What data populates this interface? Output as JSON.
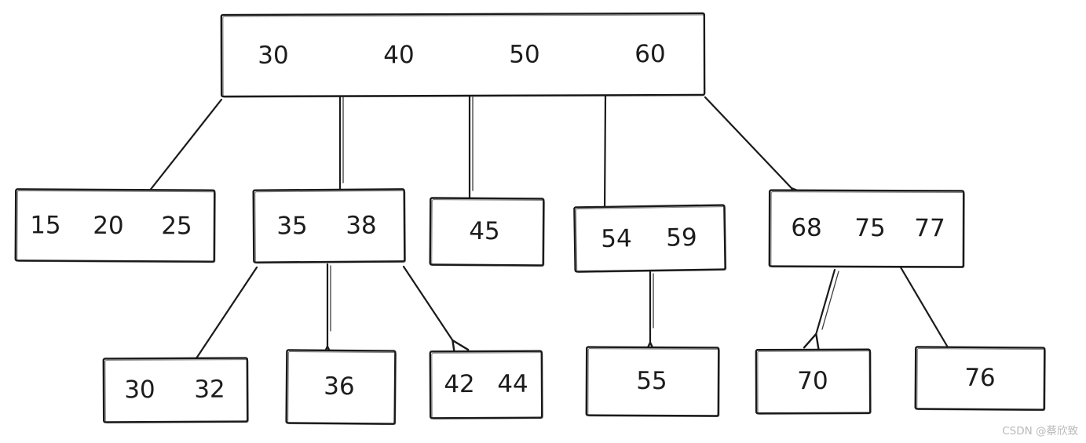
{
  "diagram": {
    "type": "b-tree",
    "stroke_color": "#1a1a1a",
    "background_color": "#ffffff",
    "tree": {
      "nodes": {
        "root": {
          "keys": [
            "30",
            "40",
            "50",
            "60"
          ]
        },
        "l2": [
          {
            "keys": [
              "15",
              "20",
              "25"
            ]
          },
          {
            "keys": [
              "35",
              "38"
            ]
          },
          {
            "keys": [
              "45"
            ]
          },
          {
            "keys": [
              "54",
              "59"
            ]
          },
          {
            "keys": [
              "68",
              "75",
              "77"
            ]
          }
        ],
        "l3": [
          {
            "keys": [
              "30",
              "32"
            ]
          },
          {
            "keys": [
              "36"
            ]
          },
          {
            "keys": [
              "42",
              "44"
            ]
          },
          {
            "keys": [
              "55"
            ]
          },
          {
            "keys": [
              "70"
            ]
          },
          {
            "keys": [
              "76"
            ]
          }
        ]
      },
      "edges": [
        {
          "from": "root",
          "to": "l2-0"
        },
        {
          "from": "root",
          "to": "l2-1"
        },
        {
          "from": "root",
          "to": "l2-2"
        },
        {
          "from": "root",
          "to": "l2-3"
        },
        {
          "from": "root",
          "to": "l2-4"
        },
        {
          "from": "l2-1",
          "to": "l3-0"
        },
        {
          "from": "l2-1",
          "to": "l3-1"
        },
        {
          "from": "l2-1",
          "to": "l3-2"
        },
        {
          "from": "l2-3",
          "to": "l3-3"
        },
        {
          "from": "l2-4",
          "to": "l3-4"
        },
        {
          "from": "l2-4",
          "to": "l3-5"
        }
      ]
    }
  },
  "watermark": {
    "text": "CSDN @蔡欣致",
    "color": "#b9b9b9"
  }
}
